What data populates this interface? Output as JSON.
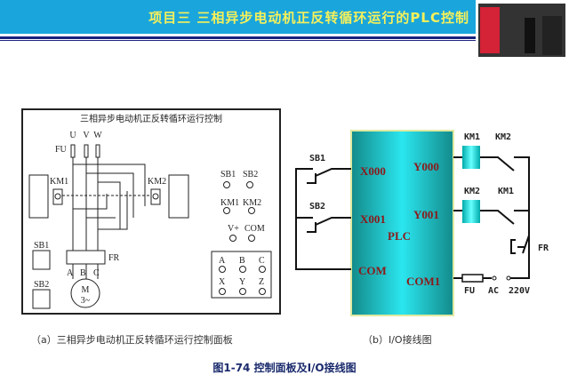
{
  "header": {
    "title": "项目三  三相异步电动机正反转循环运行的PLC控制"
  },
  "panel": {
    "title": "三相异步电动机正反转循环运行控制",
    "phases": [
      "U",
      "V",
      "W"
    ],
    "fu": "FU",
    "km1": "KM1",
    "km2": "KM2",
    "sb1": "SB1",
    "sb2": "SB2",
    "fr": "FR",
    "motor_terms": [
      "A",
      "B",
      "C"
    ],
    "motor": "M",
    "motor_sub": "3~",
    "terminals": {
      "sb": [
        "SB1",
        "SB2"
      ],
      "km": [
        "KM1",
        "KM2"
      ],
      "pwr": [
        "V+",
        "COM"
      ],
      "abc": [
        "A",
        "B",
        "C"
      ],
      "xyz": [
        "X",
        "Y",
        "Z"
      ]
    }
  },
  "io": {
    "sb1": "SB1",
    "sb2": "SB2",
    "x0": "X000",
    "x1": "X001",
    "y0": "Y000",
    "y1": "Y001",
    "plc": "PLC",
    "com": "COM",
    "com1": "COM1",
    "km1": "KM1",
    "km2": "KM2",
    "fu": "FU",
    "ac": "AC",
    "v": "220V",
    "fr": "FR"
  },
  "captions": {
    "a": "（a）三相异步电动机正反转循环运行控制面板",
    "b": "（b）I/O接线图",
    "figure": "图1-74 控制面板及I/O接线图"
  }
}
